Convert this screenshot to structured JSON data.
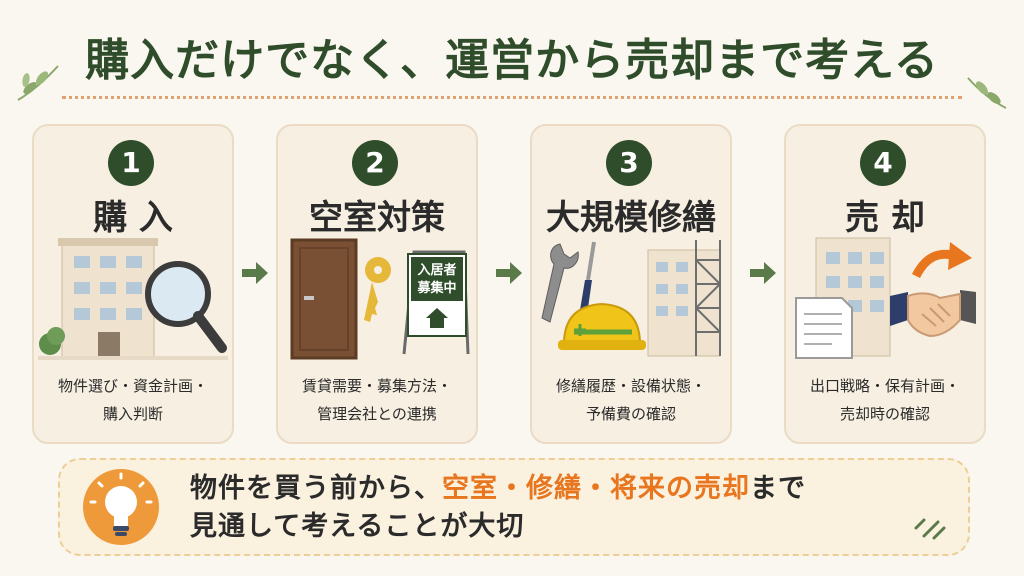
{
  "title": "購入だけでなく、運営から売却まで考える",
  "steps": [
    {
      "number": "1",
      "title": "購 入",
      "desc_line1": "物件選び・資金計画・",
      "desc_line2": "購入判断"
    },
    {
      "number": "2",
      "title": "空室対策",
      "desc_line1": "賃貸需要・募集方法・",
      "desc_line2": "管理会社との連携",
      "sign_line1": "入居者",
      "sign_line2": "募集中"
    },
    {
      "number": "3",
      "title": "大規模修繕",
      "desc_line1": "修繕履歴・設備状態・",
      "desc_line2": "予備費の確認"
    },
    {
      "number": "4",
      "title": "売 却",
      "desc_line1": "出口戦略・保有計画・",
      "desc_line2": "売却時の確認"
    }
  ],
  "bottom": {
    "line1_prefix": "物件を買う前から、",
    "line1_highlight": "空室・修繕・将来の売却",
    "line1_suffix": "まで",
    "line2": "見通して考えることが大切"
  },
  "colors": {
    "primary": "#2f4d2a",
    "accent": "#e8761f",
    "card_bg": "#f7efe1",
    "arrow": "#5a7a4a"
  },
  "icons": [
    "leaf-icon",
    "building-icon",
    "magnifier-icon",
    "door-icon",
    "key-icon",
    "sign-icon",
    "wrench-icon",
    "screwdriver-icon",
    "helmet-icon",
    "scaffold-icon",
    "document-icon",
    "handshake-icon",
    "curved-arrow-icon",
    "lightbulb-icon"
  ]
}
